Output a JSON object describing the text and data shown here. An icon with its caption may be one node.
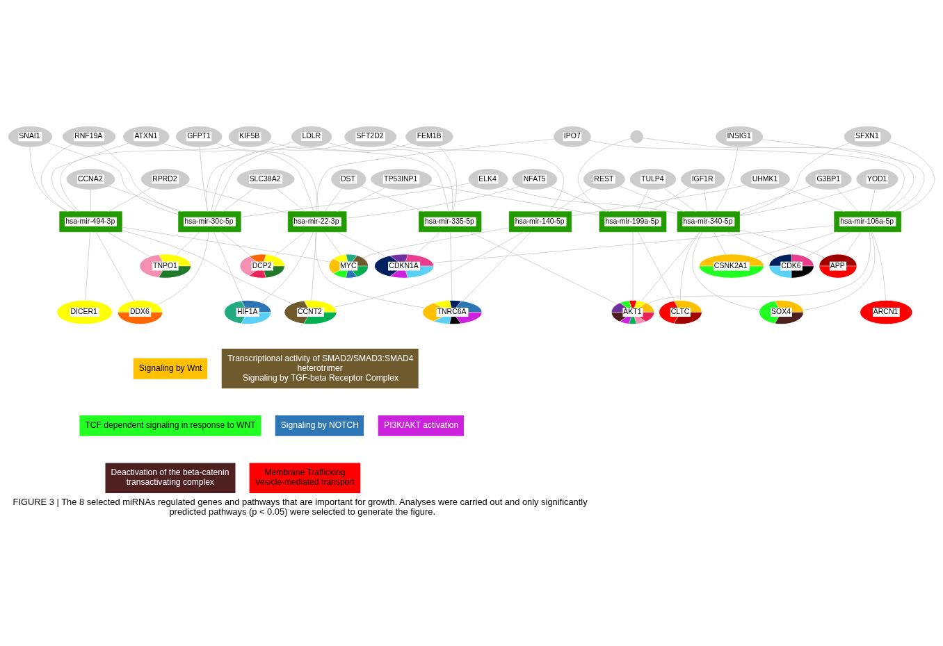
{
  "diagram": {
    "caption": "FIGURE 3 | The 8 selected miRNAs regulated genes and pathways that are important for growth. Analyses were carried out and only significantly predicted pathways (p < 0.05) were selected to generate the figure.",
    "nodes": [
      {
        "text": [],
        "shape": "circle"
      },
      {
        "text": [
          "NFAT5"
        ]
      },
      {
        "text": [
          "FEM1B"
        ]
      },
      {
        "text": [
          "TULP4"
        ]
      },
      {
        "text": [
          "SFT2D2"
        ]
      },
      {
        "text": [
          "DST"
        ]
      },
      {
        "text": [
          "SNAI1"
        ]
      },
      {
        "text": [
          "hsa-mir-199a-5p"
        ]
      },
      {
        "text": [
          "LDLR"
        ]
      },
      {
        "text": [
          "YOD1"
        ]
      },
      {
        "text": [
          "hsa-mir-140-5p"
        ]
      },
      {
        "text": [
          "UHMK1"
        ]
      },
      {
        "text": [
          "hsa-mir-335-5p"
        ]
      },
      {
        "text": [
          "G3BP1"
        ]
      },
      {
        "text": [
          "IPO7"
        ]
      },
      {
        "text": [
          "hsa-mir-106a-5p"
        ]
      },
      {
        "text": [
          "hsa-mir-30c-5p"
        ]
      },
      {
        "text": [
          "SLC38A2"
        ]
      },
      {
        "text": [
          "INSIG1"
        ]
      },
      {
        "text": [
          "hsa-mir-22-3p"
        ]
      },
      {
        "text": [
          "GFPT1"
        ]
      },
      {
        "text": [
          "IGF1R"
        ]
      },
      {
        "text": [
          "hsa-mir-340-5p"
        ]
      },
      {
        "text": [
          "hsa-mir-494-3p"
        ]
      },
      {
        "text": [
          "SFXN1"
        ]
      },
      {
        "text": [
          "RPRD2"
        ]
      },
      {
        "text": [
          "RNF19A"
        ]
      },
      {
        "text": [
          "REST"
        ]
      },
      {
        "text": [
          "KIF5B"
        ]
      },
      {
        "text": [
          "TP53INP1"
        ]
      },
      {
        "text": [
          "ARCN1"
        ]
      },
      {
        "text": [
          "ELK4"
        ]
      },
      {
        "text": [
          "ATXN1"
        ]
      },
      {
        "text": [
          "APP"
        ]
      },
      {
        "text": [
          "CCNT2"
        ]
      },
      {
        "text": [
          "CCNA2"
        ]
      },
      {
        "text": [
          "CLTC"
        ]
      },
      {
        "text": [
          "CDKN1A"
        ]
      },
      {
        "text": [
          "DICER1"
        ]
      },
      {
        "text": [
          "DCP2"
        ]
      },
      {
        "text": [
          "AKT1"
        ]
      },
      {
        "text": [
          "TNPO1"
        ]
      },
      {
        "text": [
          "SOX4"
        ]
      },
      {
        "text": [
          "MYC"
        ]
      },
      {
        "text": [
          "DDX6"
        ]
      },
      {
        "text": [
          "CSNK2A1"
        ]
      },
      {
        "text": [
          "TNRC6A"
        ]
      },
      {
        "text": [
          "CDK6"
        ]
      },
      {
        "text": [
          "HIF1A"
        ]
      }
    ],
    "edges": [
      {
        "from": 0,
        "to": 7,
        "arrow": "none"
      },
      {
        "from": 0,
        "to": 15,
        "arrow": "none"
      },
      {
        "from": 1,
        "to": 7,
        "arrow": "none"
      },
      {
        "from": 1,
        "to": 19,
        "arrow": "none"
      },
      {
        "from": 2,
        "to": 12,
        "arrow": "none"
      },
      {
        "from": 2,
        "to": 16,
        "arrow": "none"
      },
      {
        "from": 3,
        "to": 7,
        "arrow": "none"
      },
      {
        "from": 3,
        "to": 22,
        "arrow": "none"
      },
      {
        "from": 4,
        "to": 10,
        "arrow": "none"
      },
      {
        "from": 4,
        "to": 16,
        "arrow": "none"
      },
      {
        "from": 5,
        "to": 12,
        "arrow": "none"
      },
      {
        "from": 5,
        "to": 19,
        "arrow": "none"
      },
      {
        "from": 6,
        "to": 16,
        "arrow": "none"
      },
      {
        "from": 6,
        "to": 23,
        "arrow": "none"
      },
      {
        "from": 8,
        "to": 12,
        "arrow": "none"
      },
      {
        "from": 8,
        "to": 16,
        "arrow": "none"
      },
      {
        "from": 9,
        "to": 15,
        "arrow": "none"
      },
      {
        "from": 9,
        "to": 22,
        "arrow": "none"
      },
      {
        "from": 11,
        "to": 10,
        "arrow": "none"
      },
      {
        "from": 11,
        "to": 15,
        "arrow": "none"
      },
      {
        "from": 13,
        "to": 15,
        "arrow": "none"
      },
      {
        "from": 13,
        "to": 22,
        "arrow": "none"
      },
      {
        "from": 14,
        "to": 15,
        "arrow": "none"
      },
      {
        "from": 14,
        "to": 19,
        "arrow": "none"
      },
      {
        "from": 17,
        "to": 16,
        "arrow": "none"
      },
      {
        "from": 17,
        "to": 19,
        "arrow": "none"
      },
      {
        "from": 18,
        "to": 22,
        "arrow": "none"
      },
      {
        "from": 18,
        "to": 15,
        "arrow": "none"
      },
      {
        "from": 20,
        "to": 19,
        "arrow": "none"
      },
      {
        "from": 20,
        "to": 16,
        "arrow": "none"
      },
      {
        "from": 21,
        "to": 22,
        "arrow": "none"
      },
      {
        "from": 21,
        "to": 7,
        "arrow": "none"
      },
      {
        "from": 24,
        "to": 15,
        "arrow": "none"
      },
      {
        "from": 24,
        "to": 22,
        "arrow": "none"
      },
      {
        "from": 25,
        "to": 19,
        "arrow": "none"
      },
      {
        "from": 25,
        "to": 23,
        "arrow": "none"
      },
      {
        "from": 26,
        "to": 23,
        "arrow": "none"
      },
      {
        "from": 26,
        "to": 16,
        "arrow": "none"
      },
      {
        "from": 27,
        "to": 22,
        "arrow": "none"
      },
      {
        "from": 27,
        "to": 10,
        "arrow": "none"
      },
      {
        "from": 28,
        "to": 23,
        "arrow": "none"
      },
      {
        "from": 28,
        "to": 12,
        "arrow": "none"
      },
      {
        "from": 29,
        "to": 19,
        "arrow": "none"
      },
      {
        "from": 29,
        "to": 7,
        "arrow": "none"
      },
      {
        "from": 31,
        "to": 22,
        "arrow": "none"
      },
      {
        "from": 31,
        "to": 16,
        "arrow": "none"
      },
      {
        "from": 32,
        "to": 23,
        "arrow": "none"
      },
      {
        "from": 32,
        "to": 19,
        "arrow": "none"
      },
      {
        "from": 35,
        "to": 23,
        "arrow": "none"
      },
      {
        "from": 35,
        "to": 16,
        "arrow": "none"
      },
      {
        "from": 15,
        "to": 30,
        "arrow": "none"
      },
      {
        "from": 15,
        "to": 33,
        "arrow": "none"
      },
      {
        "from": 22,
        "to": 33,
        "arrow": "none"
      },
      {
        "from": 10,
        "to": 34,
        "arrow": "none"
      },
      {
        "from": 19,
        "to": 34,
        "arrow": "none"
      },
      {
        "from": 23,
        "to": 34,
        "arrow": "none"
      },
      {
        "from": 7,
        "to": 36,
        "arrow": "none"
      },
      {
        "from": 22,
        "to": 36,
        "arrow": "none"
      },
      {
        "from": 15,
        "to": 37,
        "arrow": "none"
      },
      {
        "from": 12,
        "to": 37,
        "arrow": "none"
      },
      {
        "from": 19,
        "to": 37,
        "arrow": "none"
      },
      {
        "from": 23,
        "to": 38,
        "arrow": "none"
      },
      {
        "from": 16,
        "to": 39,
        "arrow": "none"
      },
      {
        "from": 19,
        "to": 39,
        "arrow": "none"
      },
      {
        "from": 7,
        "to": 40,
        "arrow": "none"
      },
      {
        "from": 15,
        "to": 40,
        "arrow": "none"
      },
      {
        "from": 22,
        "to": 40,
        "arrow": "none"
      },
      {
        "from": 12,
        "to": 40,
        "arrow": "none"
      },
      {
        "from": 23,
        "to": 41,
        "arrow": "none"
      },
      {
        "from": 16,
        "to": 41,
        "arrow": "none"
      },
      {
        "from": 15,
        "to": 42,
        "arrow": "none"
      },
      {
        "from": 22,
        "to": 42,
        "arrow": "none"
      },
      {
        "from": 10,
        "to": 43,
        "arrow": "none"
      },
      {
        "from": 19,
        "to": 43,
        "arrow": "none"
      },
      {
        "from": 23,
        "to": 43,
        "arrow": "none"
      },
      {
        "from": 23,
        "to": 44,
        "arrow": "none"
      },
      {
        "from": 16,
        "to": 44,
        "arrow": "none"
      },
      {
        "from": 15,
        "to": 45,
        "arrow": "none"
      },
      {
        "from": 22,
        "to": 45,
        "arrow": "none"
      },
      {
        "from": 10,
        "to": 46,
        "arrow": "none"
      },
      {
        "from": 19,
        "to": 46,
        "arrow": "none"
      },
      {
        "from": 12,
        "to": 46,
        "arrow": "none"
      },
      {
        "from": 15,
        "to": 47,
        "arrow": "none"
      },
      {
        "from": 22,
        "to": 47,
        "arrow": "none"
      },
      {
        "from": 19,
        "to": 48,
        "arrow": "none"
      },
      {
        "from": 16,
        "to": 48,
        "arrow": "none"
      }
    ],
    "legend": [
      {
        "text": "Signaling by Wnt",
        "color": "#ffc000"
      },
      {
        "text": "Transcriptional activity of SMAD2/SMAD3:SMAD4 heterotrimer",
        "color": "#6f5a2e"
      },
      {
        "text": "Signaling by TGF-beta Receptor Complex",
        "color": "#6f5a2e"
      },
      {
        "text": "TCF dependent signaling in response to WNT",
        "color": "#22ff22"
      },
      {
        "text": "Signaling by NOTCH",
        "color": "#2e75b6"
      },
      {
        "text": "PI3K/AKT activation",
        "color": "#cc22dd"
      },
      {
        "text": "Deactivation of the beta-catenin transactivating complex",
        "color": "#4f2020"
      },
      {
        "text": "Membrane Trafficking",
        "color": "#ff0000"
      },
      {
        "text": "Vesicle-mediated transport",
        "color": "#ff0000"
      }
    ]
  }
}
